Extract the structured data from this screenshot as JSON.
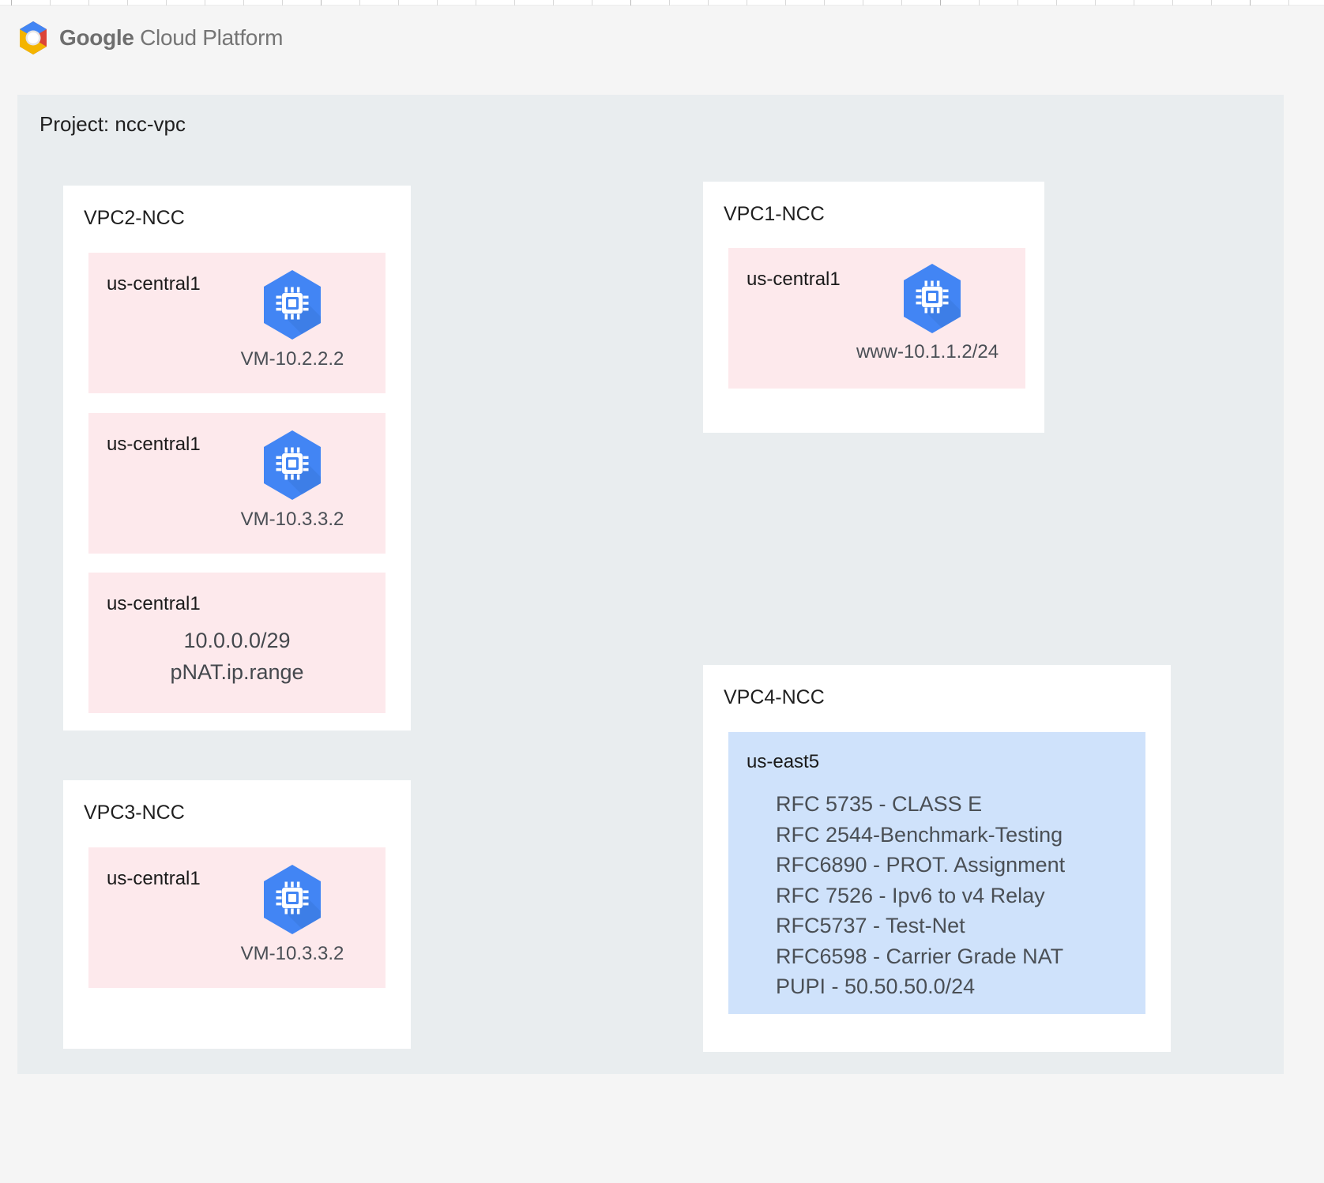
{
  "header": {
    "logo_icon": "google-cloud-platform-logo",
    "wordmark_bold": "Google",
    "wordmark_rest": " Cloud Platform"
  },
  "project": {
    "title": "Project: ncc-vpc"
  },
  "vpcs": [
    {
      "id": "vpc2",
      "name": "VPC2-NCC",
      "subnets": [
        {
          "id": "vpc2-sub1",
          "region": "us-central1",
          "type": "vm",
          "vm_icon": "compute-vm-icon",
          "caption": "VM-10.2.2.2"
        },
        {
          "id": "vpc2-sub2",
          "region": "us-central1",
          "type": "vm",
          "vm_icon": "compute-vm-icon",
          "caption": "VM-10.3.3.2"
        },
        {
          "id": "vpc2-sub3",
          "region": "us-central1",
          "type": "range",
          "line1": "10.0.0.0/29",
          "line2": "pNAT.ip.range"
        }
      ]
    },
    {
      "id": "vpc3",
      "name": "VPC3-NCC",
      "subnets": [
        {
          "id": "vpc3-sub1",
          "region": "us-central1",
          "type": "vm",
          "vm_icon": "compute-vm-icon",
          "caption": "VM-10.3.3.2"
        }
      ]
    },
    {
      "id": "vpc1",
      "name": "VPC1-NCC",
      "subnets": [
        {
          "id": "vpc1-sub1",
          "region": "us-central1",
          "type": "vm",
          "vm_icon": "compute-vm-icon",
          "caption": "www-10.1.1.2/24"
        }
      ]
    },
    {
      "id": "vpc4",
      "name": "VPC4-NCC",
      "subnets": [
        {
          "id": "vpc4-sub1",
          "region": "us-east5",
          "type": "rfc-list",
          "lines": [
            "RFC 5735 - CLASS E",
            "RFC 2544-Benchmark-Testing",
            "RFC6890 - PROT. Assignment",
            "RFC 7526 - Ipv6 to v4 Relay",
            "RFC5737 - Test-Net",
            "RFC6598 - Carrier Grade NAT",
            "PUPI - 50.50.50.0/24"
          ]
        }
      ]
    }
  ],
  "colors": {
    "page_bg": "#f5f5f5",
    "panel_bg": "#e9edef",
    "card_bg": "#ffffff",
    "subnet_pink": "#fde9ec",
    "subnet_blue": "#cfe2fb",
    "vm_icon_blue": "#4285f4",
    "text_dark": "#1f1f1f",
    "text_muted": "#4a4f55",
    "logo_blue": "#4285f4",
    "logo_red": "#db4437",
    "logo_yellow": "#f4b400"
  }
}
